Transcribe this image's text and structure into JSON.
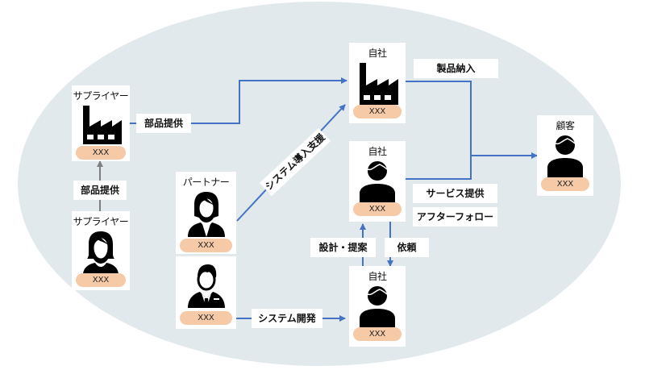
{
  "diagram": {
    "colors": {
      "background_ellipse": "#e1e9ec",
      "arrow_blue": "#4472c4",
      "arrow_gray": "#7f7f7f",
      "pill": "#f6c9a7",
      "card": "#ffffff"
    },
    "nodes": {
      "supplier_factory": {
        "title": "サプライヤー",
        "icon": "factory-icon",
        "tag": "XXX"
      },
      "supplier_person": {
        "title": "サプライヤー",
        "icon": "woman-icon",
        "tag": "XXX"
      },
      "partner_woman": {
        "title": "パートナー",
        "icon": "businesswoman-icon",
        "tag": "XXX"
      },
      "partner_man": {
        "icon": "businessman-icon",
        "tag": "XXX"
      },
      "own_factory": {
        "title": "自社",
        "icon": "factory-icon",
        "tag": "XXX"
      },
      "own_person_middle": {
        "title": "自社",
        "icon": "person-icon",
        "tag": "XXX"
      },
      "own_person_bottom": {
        "title": "自社",
        "icon": "person-icon",
        "tag": "XXX"
      },
      "customer": {
        "title": "顧客",
        "icon": "person-icon",
        "tag": "XXX"
      }
    },
    "edge_labels": {
      "parts_supply_vertical": "部品提供",
      "parts_supply_horizontal": "部品提供",
      "system_intro_support": "システム導入支援",
      "product_delivery": "製品納入",
      "service_provision": "サービス提供",
      "after_follow": "アフターフォロー",
      "design_proposal": "設計・提案",
      "request": "依頼",
      "system_development": "システム開発"
    }
  }
}
